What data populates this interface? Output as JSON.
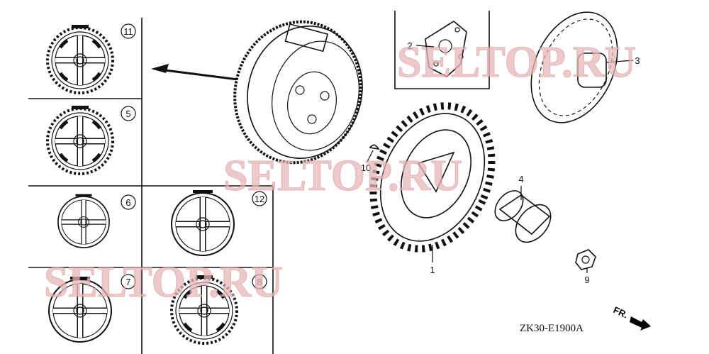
{
  "diagram": {
    "code": "ZK30-E1900A",
    "direction_label": "FR.",
    "watermark": "SELTOP.RU",
    "callouts": {
      "p1": "1",
      "p2": "2",
      "p3": "3",
      "p4": "4",
      "p5": "5",
      "p6": "6",
      "p7": "7",
      "p8": "8",
      "p9": "9",
      "p10": "10",
      "p11": "11",
      "p12": "12"
    }
  }
}
